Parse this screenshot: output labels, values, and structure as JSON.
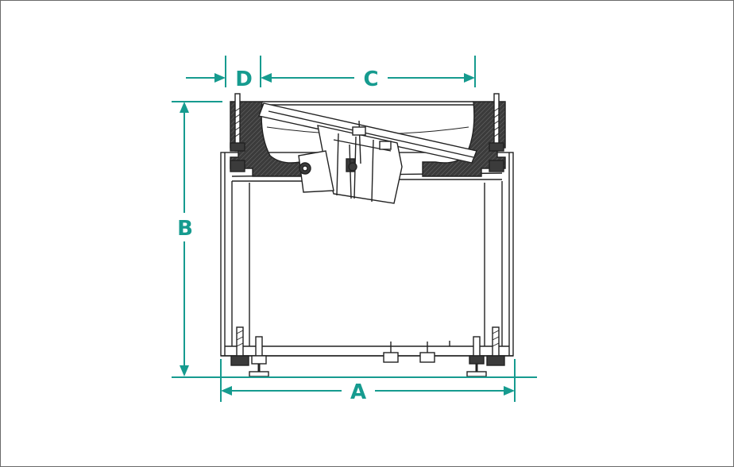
{
  "colors": {
    "accent": "#169b8f",
    "line": "#222222",
    "frame": "#6a6a6a",
    "fill_dark": "#3b3b3b"
  },
  "dimensions": {
    "A": "A",
    "B": "B",
    "C": "C",
    "D": "D"
  }
}
